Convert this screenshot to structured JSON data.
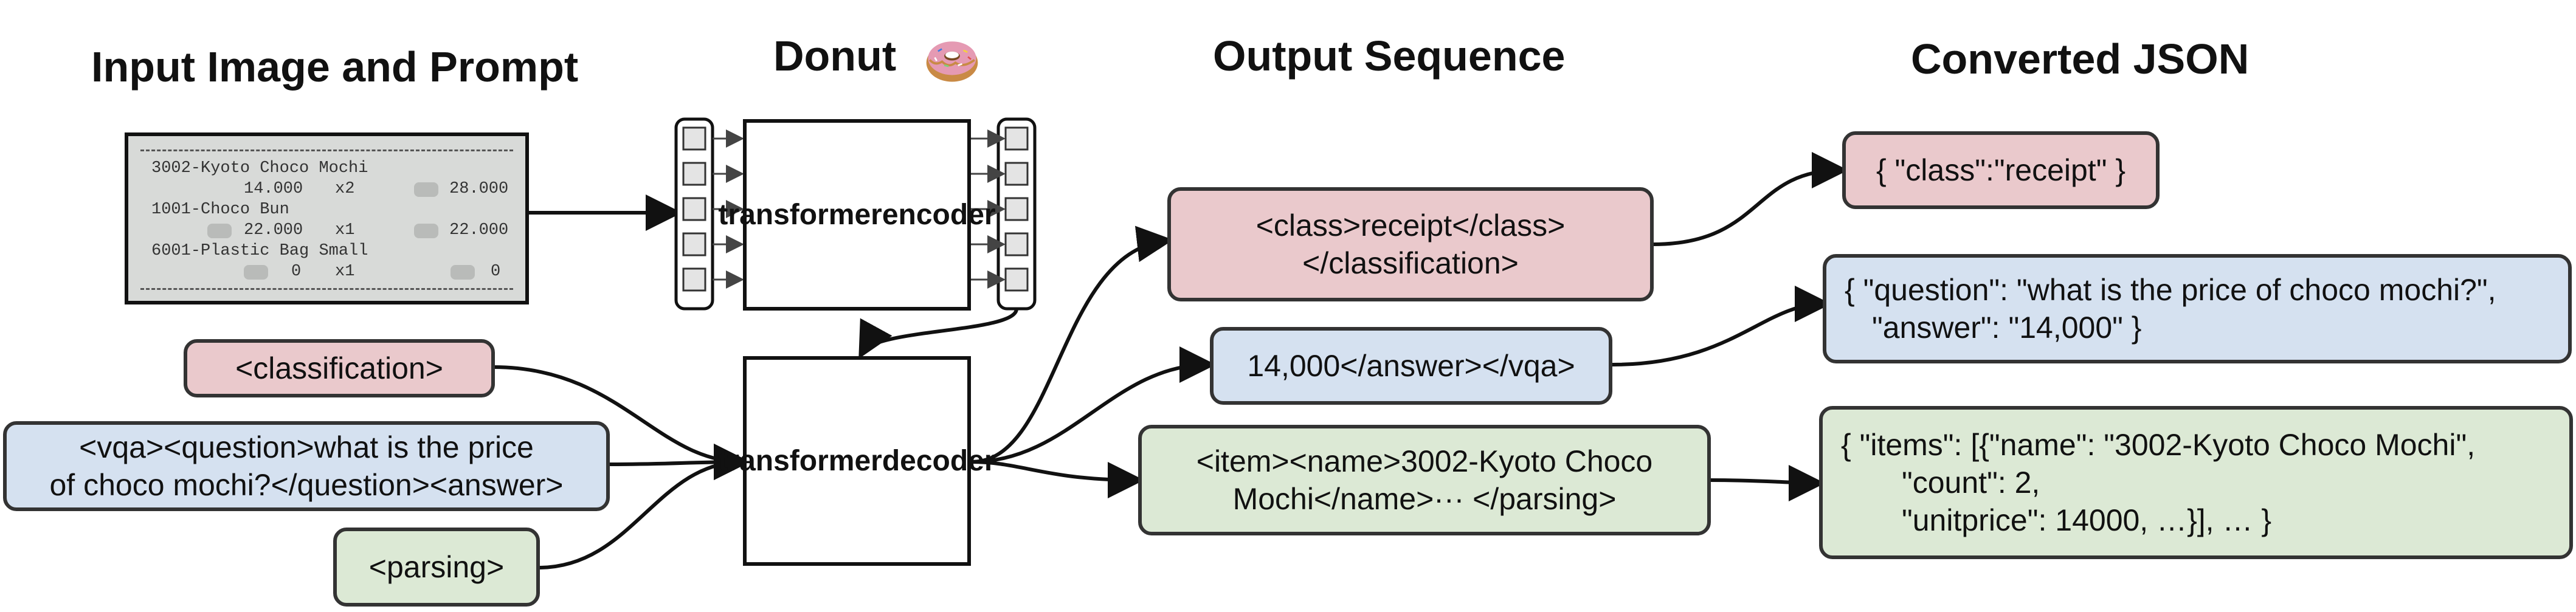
{
  "headings": {
    "input": "Input Image and Prompt",
    "donut": "Donut",
    "output": "Output Sequence",
    "json": "Converted JSON"
  },
  "receipt": {
    "line1": "3002-Kyoto Choco Mochi",
    "line2a": "14.000",
    "line2b": "x2",
    "line2c": "28.000",
    "line3": "1001-Choco Bun",
    "line4a": "22.000",
    "line4b": "x1",
    "line4c": "22.000",
    "line5": "6001-Plastic Bag Small",
    "line6a": "0",
    "line6b": "x1",
    "line6c": "0"
  },
  "prompts": {
    "classification": "<classification>",
    "vqa_line1": "<vqa><question>what is the price",
    "vqa_line2": "of choco mochi?</question><answer>",
    "parsing": "<parsing>"
  },
  "model": {
    "encoder_line1": "transformer",
    "encoder_line2": "encoder",
    "decoder_line1": "transformer",
    "decoder_line2": "decoder",
    "donut_icon": "donut-emoji-icon"
  },
  "outputs": {
    "classification_line1": "<class>receipt</class>",
    "classification_line2": "</classification>",
    "vqa": "14,000</answer></vqa>",
    "parsing_line1": "<item><name>3002-Kyoto Choco",
    "parsing_line2": "Mochi</name>··· </parsing>"
  },
  "json": {
    "classification": "{ \"class\":\"receipt\" }",
    "vqa_line1": "{ \"question\": \"what is the price of choco mochi?\",",
    "vqa_line2": "\"answer\": \"14,000\" }",
    "parsing_line1": "{ \"items\": [{\"name\": \"3002-Kyoto Choco Mochi\",",
    "parsing_line2": "\"count\": 2,",
    "parsing_line3": "\"unitprice\": 14000, …}], … }"
  },
  "colors": {
    "classification": "#eac9cc",
    "vqa": "#d5e1f0",
    "parsing": "#dce9d5",
    "stroke": "#111111"
  }
}
